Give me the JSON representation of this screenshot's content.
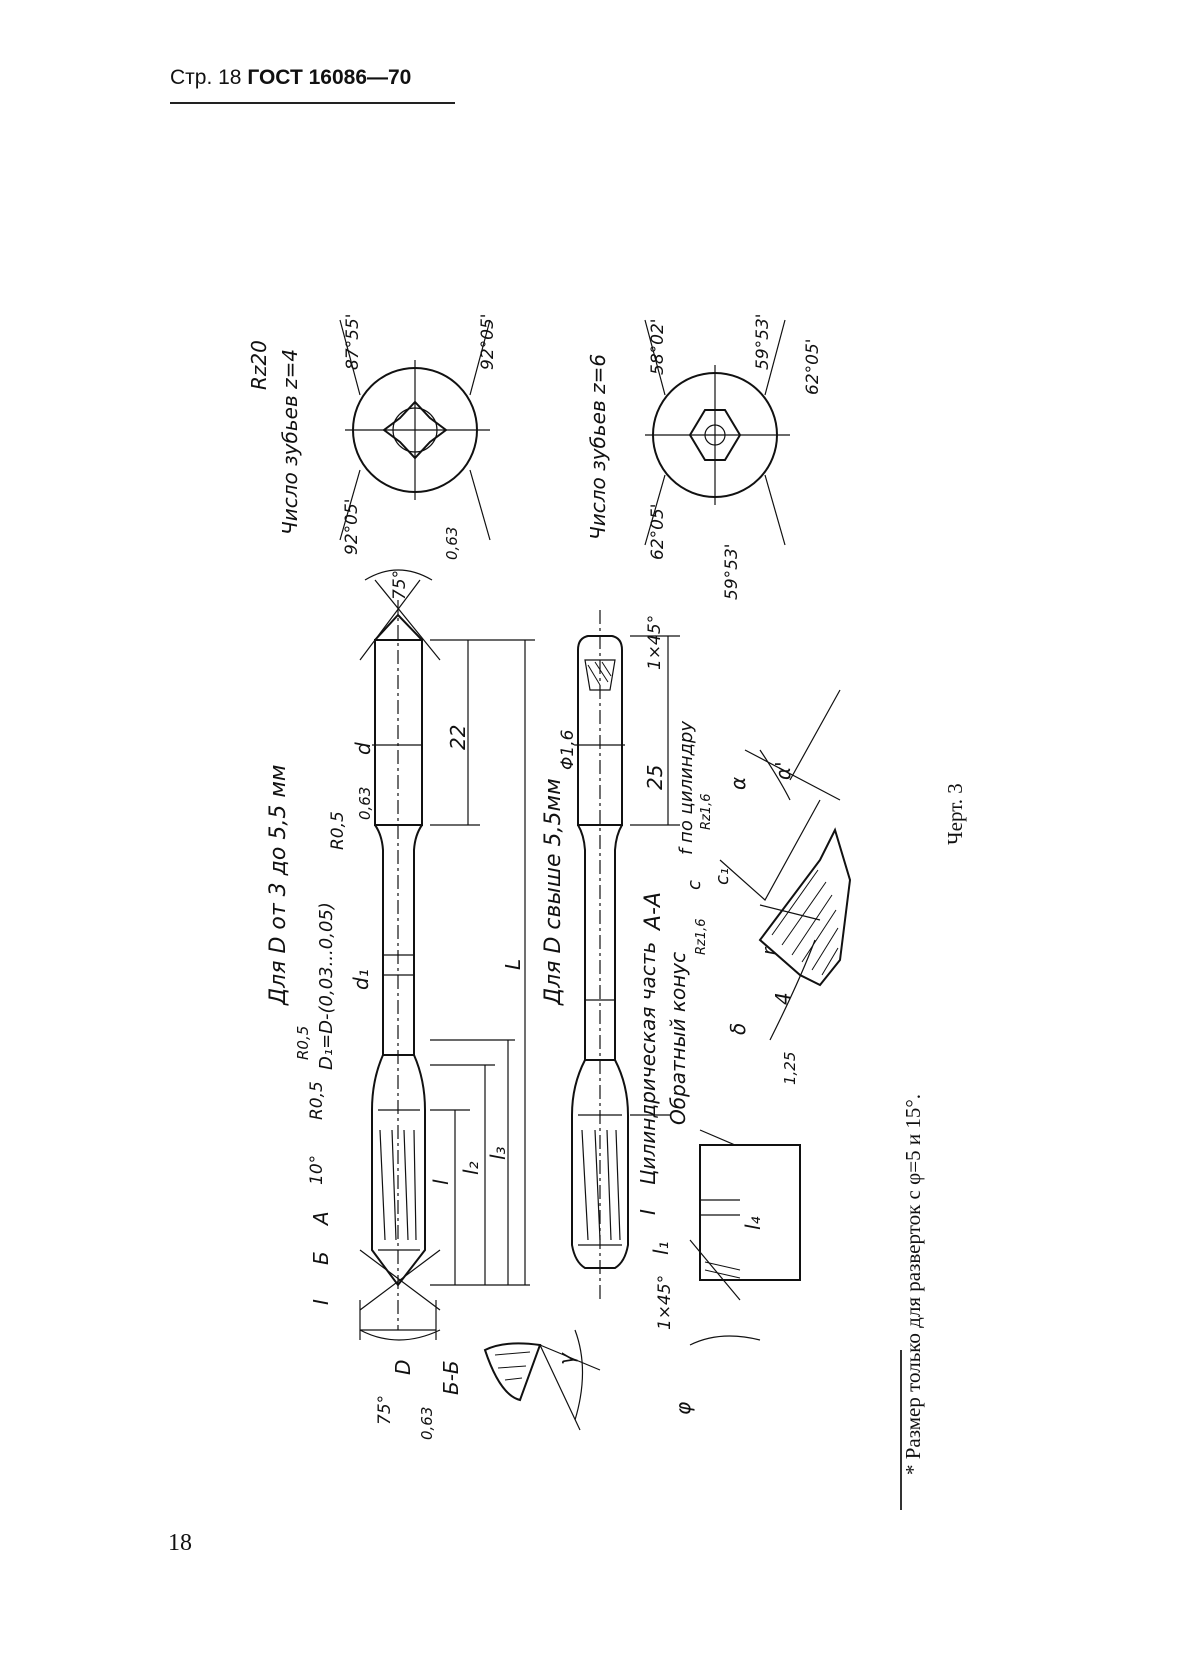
{
  "header": {
    "page_label": "Стр. 18",
    "standard": "ГОСТ 16086—70"
  },
  "page_number": "18",
  "footnote": "* Размер только для разверток с φ=5 и 15°.",
  "figure_caption": "Черт. 3",
  "labels": {
    "roughness_main": "Rz20",
    "teeth_z4": "Число зубьев z=4",
    "teeth_z6": "Число зубьев z=6",
    "angle_87_55": "87°55'",
    "angle_92_05_a": "92°05'",
    "angle_92_05_b": "92°05'",
    "angle_58_02": "58°02'",
    "angle_59_53_a": "59°53'",
    "angle_59_53_b": "59°53'",
    "angle_62_05_a": "62°05'",
    "angle_62_05_b": "62°05'",
    "center_75_a": "75°",
    "center_75_b": "75°",
    "rough_063_a": "0,63",
    "rough_063_b": "0,63",
    "rough_063_c": "0,63",
    "dim_d": "d",
    "dim_22": "22",
    "dim_25": "25",
    "dim_L": "L",
    "dim_d1": "d₁",
    "dim_D": "D",
    "dim_l": "l",
    "dim_l1": "l₁",
    "dim_l2": "l₂",
    "dim_l3": "l₃",
    "dim_l4": "l₄",
    "radius_a": "R0,5",
    "radius_b": "R0,5",
    "radius_c": "R0,5",
    "range_3_55": "Для D от 3 до 5,5 мм",
    "range_over_55": "Для D свыше 5,5мм",
    "d1_formula": "D₁=D-(0,03...0,05)",
    "dia_16": "Φ1,6",
    "chamfer_1x45_a": "1×45°",
    "chamfer_1x45_b": "1×45°",
    "angle_10": "10°",
    "sec_A": "A",
    "sec_B": "Б",
    "sec_I": "I",
    "sec_A_A": "A-A",
    "sec_B_B": "Б-Б",
    "sec_I_view": "I",
    "cyl_part": "Цилиндрическая часть",
    "back_taper": "Обратный конус",
    "f_cyl": "f по цилиндру",
    "rz16_a": "Rz1,6",
    "rz16_b": "Rz1,6",
    "alpha": "α",
    "alpha_prime": "α'",
    "gamma": "γ",
    "phi": "φ",
    "delta": "δ",
    "c_label": "c",
    "c1_label": "c₁",
    "r_label": "r",
    "dim_4": "4",
    "dim_125": "1,25"
  }
}
